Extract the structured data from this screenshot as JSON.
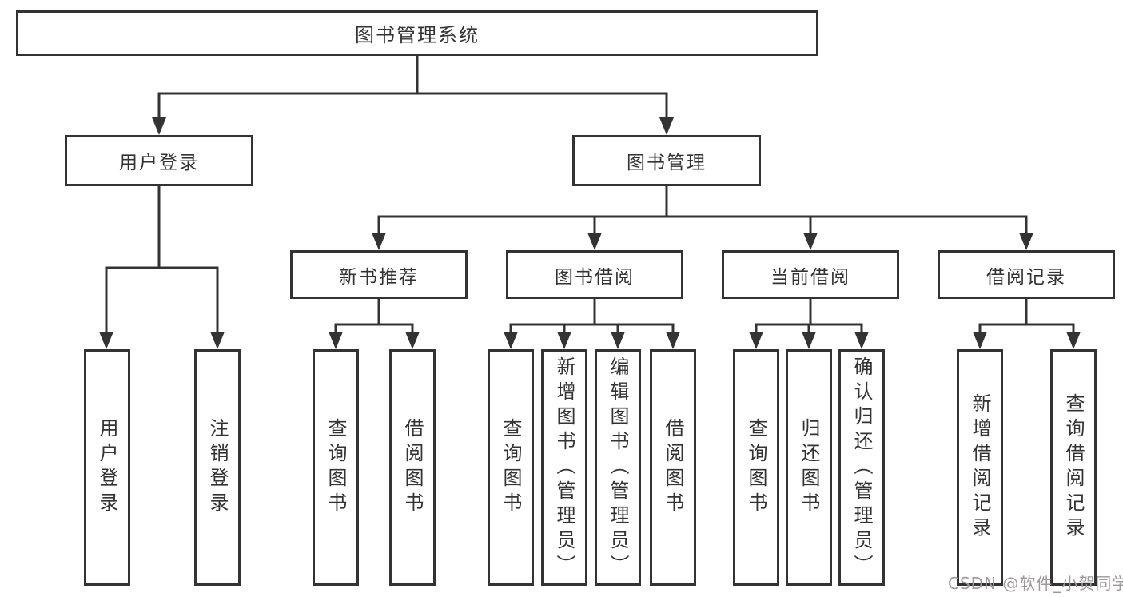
{
  "colors": {
    "line": "#333333",
    "box_border": "#333333",
    "text": "#333333",
    "watermark": "#9e9898",
    "background": "#ffffff"
  },
  "diagram": {
    "root": "图书管理系统",
    "level1": {
      "user_login": "用户登录",
      "book_management": "图书管理"
    },
    "level2": {
      "new_book_recommend": "新书推荐",
      "book_borrow": "图书借阅",
      "current_borrow": "当前借阅",
      "borrow_record": "借阅记录"
    },
    "leaves": {
      "user_login": [
        "用户登录",
        "注销登录"
      ],
      "new_book_recommend": [
        "查询图书",
        "借阅图书"
      ],
      "book_borrow": [
        "查询图书",
        "新增图书（管理员）",
        "编辑图书（管理员）",
        "借阅图书"
      ],
      "current_borrow": [
        "查询图书",
        "归还图书",
        "确认归还（管理员）"
      ],
      "borrow_record": [
        "新增借阅记录",
        "查询借阅记录"
      ]
    }
  },
  "watermark": "CSDN @软件_小贺同学"
}
